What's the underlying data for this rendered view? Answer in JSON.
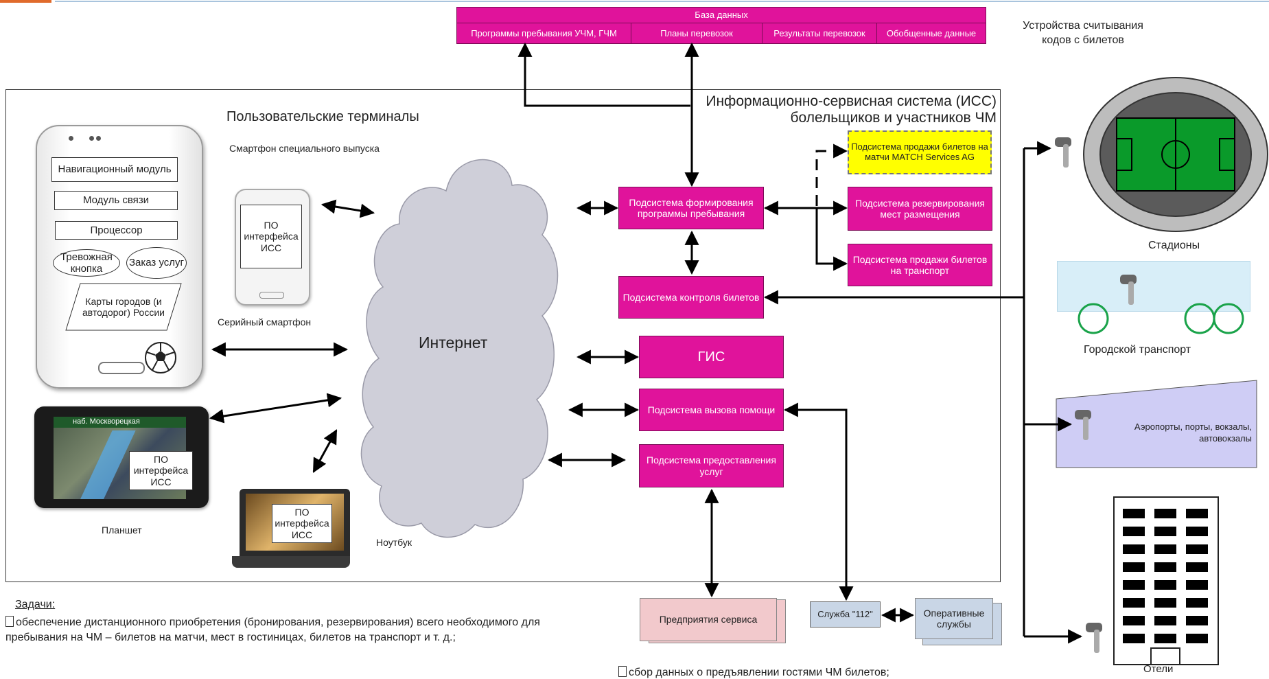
{
  "database": {
    "title": "База данных",
    "cells": [
      "Программы пребывания УЧМ, ГЧМ",
      "Планы перевозок",
      "Результаты перевозок",
      "Обобщенные данные"
    ]
  },
  "readers_label": "Устройства считывания кодов с билетов",
  "iss_title_1": "Информационно-сервисная система (ИСС)",
  "iss_title_2": "болельщиков и участников ЧМ",
  "terminals_title": "Пользовательские терминалы",
  "special_phone_label": "Смартфон специального выпуска",
  "phone_modules": {
    "nav": "Навигационный модуль",
    "comm": "Модуль связи",
    "cpu": "Процессор",
    "alarm": "Тревожная кнопка",
    "order": "Заказ услуг",
    "maps": "Карты городов (и автодорог) России"
  },
  "iss_software": "ПО интерфейса ИСС",
  "serial_phone_label": "Серийный смартфон",
  "tablet_label": "Планшет",
  "tablet_street": "наб. Москворецкая",
  "laptop_label": "Ноутбук",
  "internet_label": "Интернет",
  "subsystems": {
    "match_tickets": "Подсистема продажи билетов на матчи MATCH Services AG",
    "program": "Подсистема формирования программы пребывания",
    "reservation": "Подсистема резервирования мест размещения",
    "transport_tickets": "Подсистема продажи билетов на транспорт",
    "ticket_control": "Подсистема контроля билетов",
    "gis": "ГИС",
    "help": "Подсистема вызова помощи",
    "services": "Подсистема предоставления услуг"
  },
  "enterprises": "Предприятия сервиса",
  "service112": "Служба \"112\"",
  "operative": "Оперативные службы",
  "venues": {
    "stadiums": "Стадионы",
    "transport": "Городской транспорт",
    "airports": "Аэропорты, порты, вокзалы, автовокзалы",
    "hotels": "Отели"
  },
  "tasks": {
    "heading": "Задачи:",
    "item1": "обеспечение дистанционного приобретения (бронирования, резервирования) всего необходимого для пребывания на ЧМ – билетов на матчи, мест в гостиницах, билетов на транспорт и т. д.;",
    "item2": "сбор данных о предъявлении гостями ЧМ билетов;"
  },
  "colors": {
    "magenta": "#e0139b",
    "yellow": "#ffff00",
    "pink": "#f2c9cc",
    "light_blue": "#c9d6e6",
    "lavender": "#cfcdf5",
    "cloud": "#cfcfd9",
    "pitch": "#0a9a2a"
  }
}
